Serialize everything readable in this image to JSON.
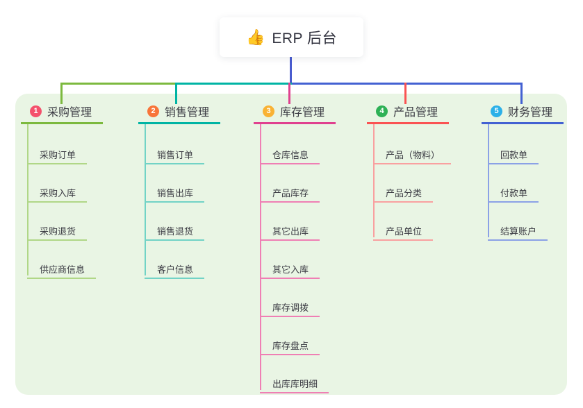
{
  "root": {
    "icon": "👍",
    "title": "ERP 后台"
  },
  "canvas": {
    "background": "#ffffff",
    "panel_color": "#e9f5e4",
    "trunk_color": "#4a5ccf",
    "text_color": "#3b3b43"
  },
  "branches": [
    {
      "index": "1",
      "title": "采购管理",
      "badge_color": "#f4516c",
      "line_color": "#7cb93e",
      "light_color": "#b0d787",
      "children": [
        "采购订单",
        "采购入库",
        "采购退货",
        "供应商信息"
      ]
    },
    {
      "index": "2",
      "title": "销售管理",
      "badge_color": "#f8753a",
      "line_color": "#00b4a4",
      "light_color": "#72d3c6",
      "children": [
        "销售订单",
        "销售出库",
        "销售退货",
        "客户信息"
      ]
    },
    {
      "index": "3",
      "title": "库存管理",
      "badge_color": "#f9b234",
      "line_color": "#e0418f",
      "light_color": "#ef7fb4",
      "children": [
        "仓库信息",
        "产品库存",
        "其它出库",
        "其它入库",
        "库存调拨",
        "库存盘点",
        "出库库明细"
      ]
    },
    {
      "index": "4",
      "title": "产品管理",
      "badge_color": "#2eb156",
      "line_color": "#fa5353",
      "light_color": "#f9a0a0",
      "children": [
        "产品（物料）",
        "产品分类",
        "产品单位"
      ]
    },
    {
      "index": "5",
      "title": "财务管理",
      "badge_color": "#2bb0e8",
      "line_color": "#4361d2",
      "light_color": "#8ba1e6",
      "children": [
        "回款单",
        "付款单",
        "结算账户"
      ]
    }
  ]
}
